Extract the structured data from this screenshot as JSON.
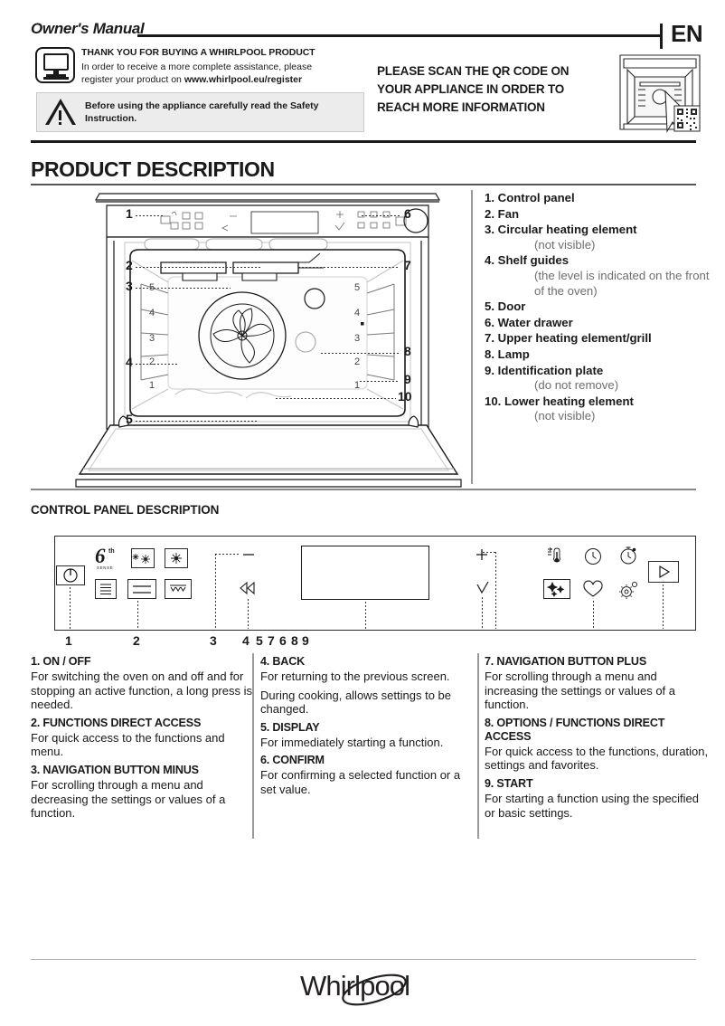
{
  "header": {
    "manual_title": "Owner's Manual",
    "language_code": "EN",
    "thank_you_title": "THANK YOU FOR BUYING A WHIRLPOOL PRODUCT",
    "thank_you_line1": "In order to receive a more complete assistance, please",
    "thank_you_line2_prefix": "register your product on ",
    "thank_you_url": "www.whirlpool.eu/register",
    "warning_line1": "Before using the appliance carefully read the Safety",
    "warning_line2": "Instruction.",
    "qr_line1": "PLEASE SCAN THE QR CODE ON",
    "qr_line2": "YOUR APPLIANCE IN ORDER TO",
    "qr_line3": "REACH MORE INFORMATION",
    "monitor_icon": "monitor-icon",
    "warning_icon": "warning-triangle-icon",
    "qr_icon": "qr-code-icon"
  },
  "product_description": {
    "heading": "PRODUCT DESCRIPTION",
    "callouts": [
      "1",
      "2",
      "3",
      "4",
      "5",
      "6",
      "7",
      "8",
      "9",
      "10"
    ],
    "shelf_levels": [
      "5",
      "4",
      "3",
      "2",
      "1"
    ],
    "parts": [
      {
        "num": "1.",
        "label": "Control panel",
        "sub": ""
      },
      {
        "num": "2.",
        "label": "Fan",
        "sub": ""
      },
      {
        "num": "3.",
        "label": "Circular heating element",
        "sub": "(not visible)"
      },
      {
        "num": "4.",
        "label": "Shelf guides",
        "sub": "(the level is indicated on the front of the oven)"
      },
      {
        "num": "5.",
        "label": "Door",
        "sub": ""
      },
      {
        "num": "6.",
        "label": "Water drawer",
        "sub": ""
      },
      {
        "num": "7.",
        "label": "Upper heating element/grill",
        "sub": ""
      },
      {
        "num": "8.",
        "label": "Lamp",
        "sub": ""
      },
      {
        "num": "9.",
        "label": "Identification plate",
        "sub": "(do not remove)"
      },
      {
        "num": "10.",
        "label": "Lower heating element",
        "sub": "(not visible)"
      }
    ]
  },
  "control_panel": {
    "heading": "CONTROL PANEL DESCRIPTION",
    "pointer_labels": [
      "1",
      "2",
      "3",
      "4",
      "5",
      "7",
      "6",
      "8",
      "9"
    ],
    "icons": [
      "power-icon",
      "sixth-sense-icon",
      "defrost-fan-icon",
      "fan-icon",
      "menu-icon",
      "conventional-heat-icon",
      "grill-icon",
      "minus-icon",
      "back-icon",
      "display-screen",
      "plus-icon",
      "confirm-check-icon",
      "thermometer-icon",
      "clock-icon",
      "timer-icon",
      "clean-sparkle-icon",
      "favorites-heart-icon",
      "settings-gear-icon",
      "start-play-icon"
    ],
    "sixth_sense_label": "SENSE",
    "descriptions": [
      {
        "title": "1. ON / OFF",
        "body": [
          "For switching the oven on and off and for stopping an active function, a long press is needed."
        ]
      },
      {
        "title": "2. FUNCTIONS DIRECT ACCESS",
        "body": [
          "For quick access to the functions and menu."
        ]
      },
      {
        "title": "3. NAVIGATION BUTTON MINUS",
        "body": [
          "For scrolling through a menu and decreasing the settings or values of a function."
        ]
      },
      {
        "title": "4. BACK",
        "body": [
          "For returning to the previous screen.",
          "During cooking, allows settings to be changed."
        ]
      },
      {
        "title": "5. DISPLAY",
        "body": [
          "For immediately starting a function."
        ]
      },
      {
        "title": "6. CONFIRM",
        "body": [
          "For confirming a selected function or a set value."
        ]
      },
      {
        "title": "7. NAVIGATION BUTTON PLUS",
        "body": [
          "For scrolling through a menu and increasing the settings or values of a function."
        ]
      },
      {
        "title": "8. OPTIONS / FUNCTIONS DIRECT ACCESS",
        "body": [
          "For quick access to the functions, duration, settings and favorites."
        ]
      },
      {
        "title": "9. START",
        "body": [
          "For starting a function using the specified or basic settings."
        ]
      }
    ]
  },
  "footer": {
    "brand": "Whirlpool"
  }
}
